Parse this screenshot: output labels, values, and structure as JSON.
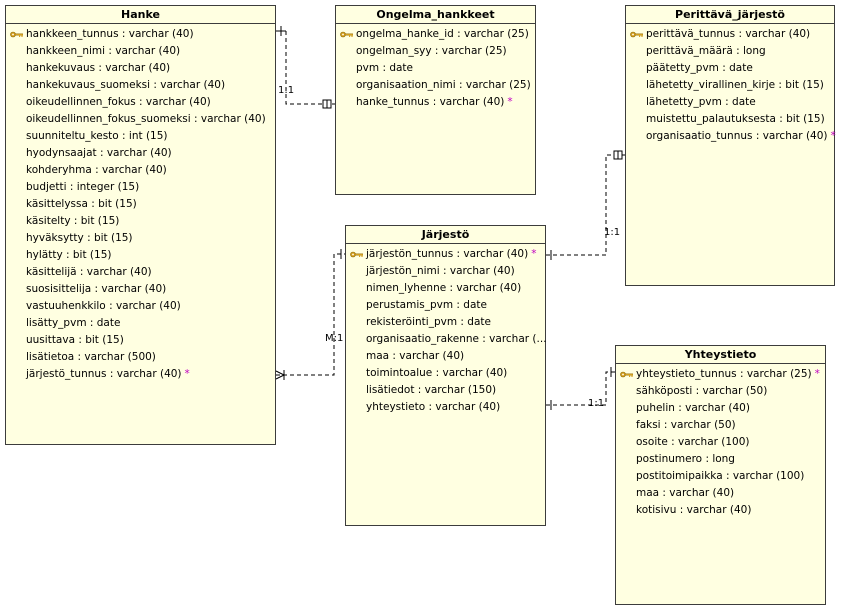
{
  "entities": {
    "hanke": {
      "title": "Hanke",
      "attributes": [
        {
          "text": "hankkeen_tunnus : varchar (40)",
          "pk": true,
          "fk": false
        },
        {
          "text": "hankkeen_nimi : varchar (40)",
          "pk": false,
          "fk": false
        },
        {
          "text": "hankekuvaus : varchar (40)",
          "pk": false,
          "fk": false
        },
        {
          "text": "hankekuvaus_suomeksi : varchar (40)",
          "pk": false,
          "fk": false
        },
        {
          "text": "oikeudellinnen_fokus : varchar (40)",
          "pk": false,
          "fk": false
        },
        {
          "text": "oikeudellinnen_fokus_suomeksi : varchar (40)",
          "pk": false,
          "fk": false
        },
        {
          "text": "suunniteltu_kesto : int (15)",
          "pk": false,
          "fk": false
        },
        {
          "text": "hyodynsaajat : varchar (40)",
          "pk": false,
          "fk": false
        },
        {
          "text": "kohderyhma : varchar (40)",
          "pk": false,
          "fk": false
        },
        {
          "text": "budjetti : integer (15)",
          "pk": false,
          "fk": false
        },
        {
          "text": "käsittelyssa : bit (15)",
          "pk": false,
          "fk": false
        },
        {
          "text": "käsitelty : bit (15)",
          "pk": false,
          "fk": false
        },
        {
          "text": "hyväksytty : bit (15)",
          "pk": false,
          "fk": false
        },
        {
          "text": "hylätty : bit (15)",
          "pk": false,
          "fk": false
        },
        {
          "text": "käsittelijä : varchar (40)",
          "pk": false,
          "fk": false
        },
        {
          "text": "suosisittelija : varchar (40)",
          "pk": false,
          "fk": false
        },
        {
          "text": "vastuuhenkkilo : varchar (40)",
          "pk": false,
          "fk": false
        },
        {
          "text": "lisätty_pvm : date",
          "pk": false,
          "fk": false
        },
        {
          "text": "uusittava : bit (15)",
          "pk": false,
          "fk": false
        },
        {
          "text": "lisätietoa : varchar (500)",
          "pk": false,
          "fk": false
        },
        {
          "text": "järjestö_tunnus : varchar (40)",
          "pk": false,
          "fk": true
        }
      ]
    },
    "ongelma": {
      "title": "Ongelma_hankkeet",
      "attributes": [
        {
          "text": "ongelma_hanke_id : varchar (25)",
          "pk": true,
          "fk": false
        },
        {
          "text": "ongelman_syy : varchar (25)",
          "pk": false,
          "fk": false
        },
        {
          "text": "pvm : date",
          "pk": false,
          "fk": false
        },
        {
          "text": "organisaation_nimi : varchar (25)",
          "pk": false,
          "fk": false
        },
        {
          "text": "hanke_tunnus : varchar (40)",
          "pk": false,
          "fk": true
        }
      ]
    },
    "perittava": {
      "title": "Perittävä_järjestö",
      "attributes": [
        {
          "text": "perittävä_tunnus : varchar (40)",
          "pk": true,
          "fk": false
        },
        {
          "text": "perittävä_määrä : long",
          "pk": false,
          "fk": false
        },
        {
          "text": "päätetty_pvm : date",
          "pk": false,
          "fk": false
        },
        {
          "text": "lähetetty_virallinen_kirje : bit (15)",
          "pk": false,
          "fk": false
        },
        {
          "text": "lähetetty_pvm : date",
          "pk": false,
          "fk": false
        },
        {
          "text": "muistettu_palautuksesta : bit (15)",
          "pk": false,
          "fk": false
        },
        {
          "text": "organisaatio_tunnus : varchar (40)",
          "pk": false,
          "fk": true
        }
      ]
    },
    "jarjesto": {
      "title": "Järjestö",
      "attributes": [
        {
          "text": "järjestön_tunnus : varchar (40)",
          "pk": true,
          "fk": true
        },
        {
          "text": "järjestön_nimi : varchar (40)",
          "pk": false,
          "fk": false
        },
        {
          "text": "nimen_lyhenne : varchar (40)",
          "pk": false,
          "fk": false
        },
        {
          "text": "perustamis_pvm : date",
          "pk": false,
          "fk": false
        },
        {
          "text": "rekisteröinti_pvm : date",
          "pk": false,
          "fk": false
        },
        {
          "text": "organisaatio_rakenne : varchar (...",
          "pk": false,
          "fk": false
        },
        {
          "text": "maa : varchar (40)",
          "pk": false,
          "fk": false
        },
        {
          "text": "toimintoalue : varchar (40)",
          "pk": false,
          "fk": false
        },
        {
          "text": "lisätiedot : varchar (150)",
          "pk": false,
          "fk": false
        },
        {
          "text": "yhteystieto : varchar (40)",
          "pk": false,
          "fk": false
        }
      ]
    },
    "yhteystieto": {
      "title": "Yhteystieto",
      "attributes": [
        {
          "text": "yhteystieto_tunnus : varchar (25)",
          "pk": true,
          "fk": true
        },
        {
          "text": "sähköposti : varchar (50)",
          "pk": false,
          "fk": false
        },
        {
          "text": "puhelin : varchar (40)",
          "pk": false,
          "fk": false
        },
        {
          "text": "faksi : varchar (50)",
          "pk": false,
          "fk": false
        },
        {
          "text": "osoite : varchar (100)",
          "pk": false,
          "fk": false
        },
        {
          "text": "postinumero : long",
          "pk": false,
          "fk": false
        },
        {
          "text": "postitoimipaikka : varchar (100)",
          "pk": false,
          "fk": false
        },
        {
          "text": "maa : varchar (40)",
          "pk": false,
          "fk": false
        },
        {
          "text": "kotisivu : varchar (40)",
          "pk": false,
          "fk": false
        }
      ]
    }
  },
  "fk_marker": "*",
  "cardinalities": {
    "hanke_ongelma": "1:1",
    "perittava_jarjesto": "1:1",
    "hanke_jarjesto": "M:1",
    "jarjesto_yhteystieto": "1:1"
  },
  "colors": {
    "entity_fill": "#ffffe1",
    "border": "#3c3c3c",
    "fk_marker": "#c000c0",
    "key_icon": "#d4a020"
  }
}
